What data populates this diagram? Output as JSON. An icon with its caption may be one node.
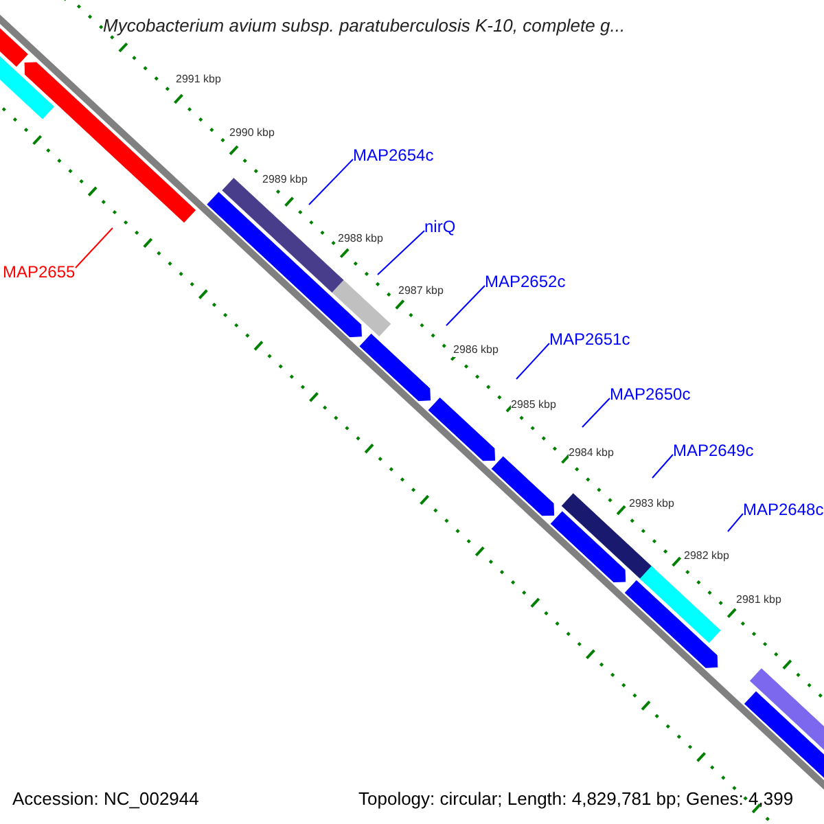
{
  "diagram": {
    "title": "Mycobacterium avium subsp. paratuberculosis K-10, complete g...",
    "nodes": [
      {
        "text": [
          "MAP2655"
        ]
      },
      {
        "text": [
          "MAP2654c"
        ]
      },
      {
        "text": [
          "nirQ"
        ]
      },
      {
        "text": [
          "MAP2652c"
        ]
      },
      {
        "text": [
          "MAP2651c"
        ]
      },
      {
        "text": [
          "MAP2650c"
        ]
      },
      {
        "text": [
          "MAP2649c"
        ]
      },
      {
        "text": [
          "MAP2648c"
        ]
      }
    ],
    "edges": [
      {
        "from": 0,
        "to": null,
        "arrow": "none",
        "color": "#ff0000"
      },
      {
        "from": 1,
        "to": null,
        "arrow": "none"
      },
      {
        "from": 2,
        "to": null,
        "arrow": "none"
      },
      {
        "from": 3,
        "to": null,
        "arrow": "none"
      },
      {
        "from": 4,
        "to": null,
        "arrow": "none"
      },
      {
        "from": 5,
        "to": null,
        "arrow": "none"
      },
      {
        "from": 6,
        "to": null,
        "arrow": "none"
      },
      {
        "from": 7,
        "to": null,
        "arrow": "none"
      }
    ],
    "labels": [
      "2991 kbp",
      "2990 kbp",
      "2989 kbp",
      "2988 kbp",
      "2987 kbp",
      "2986 kbp",
      "2985 kbp",
      "2984 kbp",
      "2983 kbp",
      "2982 kbp",
      "2981 kbp",
      "Accession: NC_002944",
      "Topology: circular; Length: 4,829,781 bp; Genes: 4,399"
    ]
  }
}
